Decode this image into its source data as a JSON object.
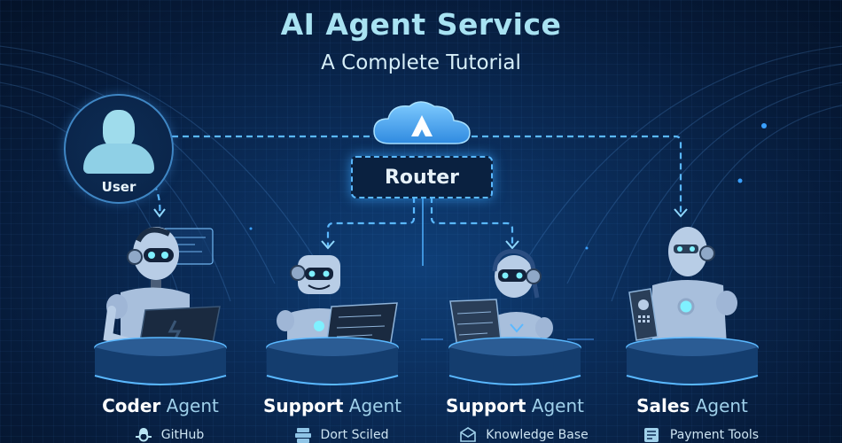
{
  "header": {
    "title": "AI Agent Service",
    "subtitle": "A Complete Tutorial"
  },
  "user": {
    "label": "User",
    "icon": "user-silhouette-icon"
  },
  "cloud": {
    "icon": "cloud-arrow-up-icon"
  },
  "router": {
    "label": "Router"
  },
  "agents": [
    {
      "name_bold": "Coder",
      "name_light": "Agent",
      "tool_label": "GitHub",
      "tool_icon": "github-icon"
    },
    {
      "name_bold": "Support",
      "name_light": "Agent",
      "tool_label": "Dort Sciled",
      "tool_icon": "database-icon"
    },
    {
      "name_bold": "Support",
      "name_light": "Agent",
      "tool_label": "Knowledge Base",
      "tool_icon": "knowledge-box-icon"
    },
    {
      "name_bold": "Sales",
      "name_light": "Agent",
      "tool_label": "Payment Tools",
      "tool_icon": "receipt-icon"
    }
  ],
  "colors": {
    "background": "#0a2a55",
    "accent": "#5ab8ff",
    "title": "#a8e2f2",
    "robot": "#b8cde6",
    "eyes": "#7ff0ff"
  }
}
